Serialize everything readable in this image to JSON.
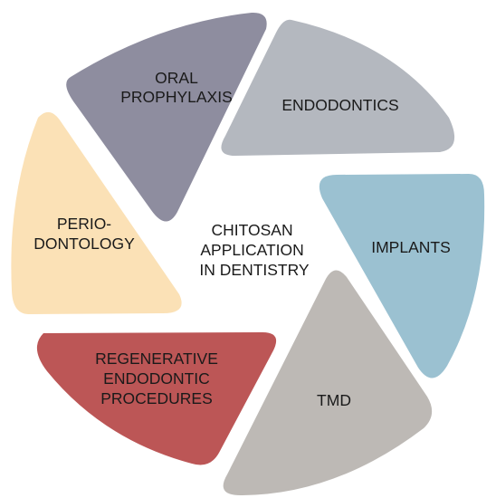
{
  "center": {
    "lines": [
      "CHITOSAN",
      "APPLICATION",
      "IN DENTISTRY"
    ]
  },
  "segments": [
    {
      "key": "oral-prophylaxis",
      "lines": [
        "ORAL",
        "PROPHYLAXIS"
      ],
      "color": "#8e8d9f"
    },
    {
      "key": "endodontics",
      "lines": [
        "ENDODONTICS"
      ],
      "color": "#b4b8bf"
    },
    {
      "key": "implants",
      "lines": [
        "IMPLANTS"
      ],
      "color": "#9bc1d1"
    },
    {
      "key": "tmd",
      "lines": [
        "TMD"
      ],
      "color": "#bdb9b5"
    },
    {
      "key": "regenerative-endodontic-procedures",
      "lines": [
        "REGENERATIVE",
        "ENDODONTIC",
        "PROCEDURES"
      ],
      "color": "#bc5656"
    },
    {
      "key": "periodontology",
      "lines": [
        "PERIO-",
        "DONTOLOGY"
      ],
      "color": "#fbe1b6"
    }
  ]
}
